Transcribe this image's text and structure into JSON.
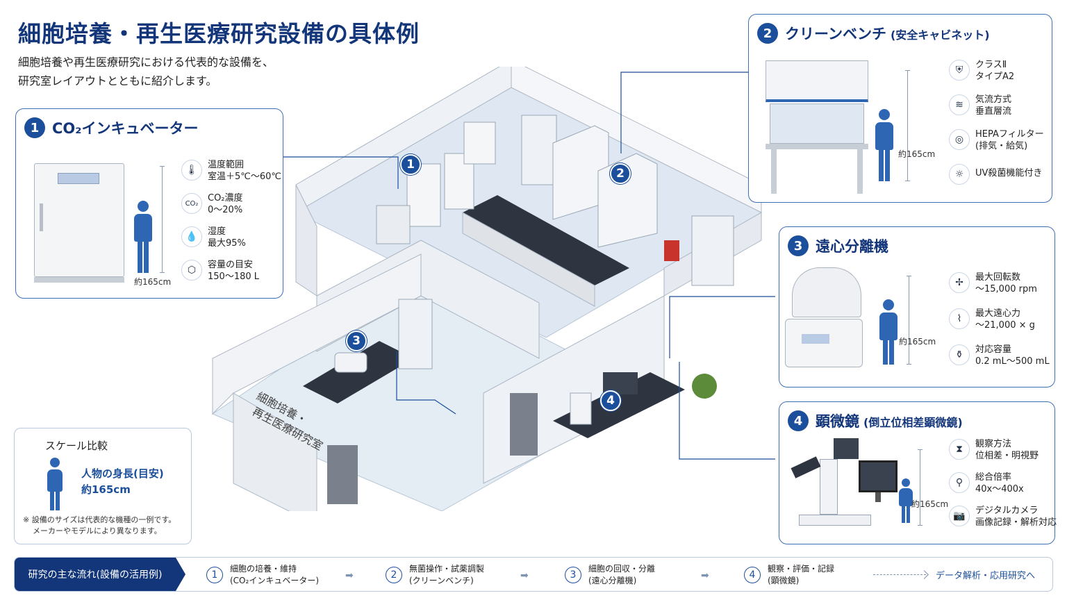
{
  "header": {
    "title": "細胞培養・再生医療研究設備の具体例",
    "subtitle_line1": "細胞培養や再生医療研究における代表的な設備を、",
    "subtitle_line2": "研究室レイアウトとともに紹介します。"
  },
  "colors": {
    "primary": "#13367a",
    "accent": "#1b4e9b",
    "person": "#2f66b3",
    "floor": "#d9e4f0"
  },
  "cards": {
    "incubator": {
      "number": "1",
      "title": "CO₂インキュベーター",
      "height_label": "約165cm",
      "specs": [
        {
          "icon": "thermometer-icon",
          "glyph": "🌡",
          "line1": "温度範囲",
          "line2": "室温＋5℃～60℃"
        },
        {
          "icon": "co2-icon",
          "glyph": "CO₂",
          "line1": "CO₂濃度",
          "line2": "0～20%"
        },
        {
          "icon": "water-drop-icon",
          "glyph": "💧",
          "line1": "湿度",
          "line2": "最大95%"
        },
        {
          "icon": "cube-icon",
          "glyph": "⬡",
          "line1": "容量の目安",
          "line2": "150～180 L"
        }
      ]
    },
    "cleanbench": {
      "number": "2",
      "title": "クリーンベンチ",
      "title_sub": "(安全キャビネット)",
      "height_label": "約165cm",
      "specs": [
        {
          "icon": "shield-icon",
          "glyph": "⛨",
          "line1": "クラスⅡ",
          "line2": "タイプA2"
        },
        {
          "icon": "airflow-icon",
          "glyph": "≋",
          "line1": "気流方式",
          "line2": "垂直層流"
        },
        {
          "icon": "filter-icon",
          "glyph": "◎",
          "line1": "HEPAフィルター",
          "line2": "(排気・給気)"
        },
        {
          "icon": "uv-icon",
          "glyph": "☼",
          "line1": "UV殺菌機能付き",
          "line2": ""
        }
      ]
    },
    "centrifuge": {
      "number": "3",
      "title": "遠心分離機",
      "height_label": "約165cm",
      "specs": [
        {
          "icon": "rotor-icon",
          "glyph": "✢",
          "line1": "最大回転数",
          "line2": "～15,000 rpm"
        },
        {
          "icon": "tube-icon",
          "glyph": "⌇",
          "line1": "最大遠心力",
          "line2": "～21,000 × g"
        },
        {
          "icon": "bottle-icon",
          "glyph": "⚱",
          "line1": "対応容量",
          "line2": "0.2 mL～500 mL"
        }
      ]
    },
    "microscope": {
      "number": "4",
      "title": "顕微鏡",
      "title_sub": "(倒立位相差顕微鏡)",
      "height_label": "約165cm",
      "specs": [
        {
          "icon": "hourglass-icon",
          "glyph": "⧗",
          "line1": "観察方法",
          "line2": "位相差・明視野"
        },
        {
          "icon": "magnifier-icon",
          "glyph": "⚲",
          "line1": "総合倍率",
          "line2": "40x～400x"
        },
        {
          "icon": "camera-icon",
          "glyph": "📷",
          "line1": "デジタルカメラ",
          "line2": "画像記録・解析対応"
        }
      ]
    }
  },
  "lab": {
    "room_label_line1": "細胞培養・",
    "room_label_line2": "再生医療研究室",
    "markers": [
      "1",
      "2",
      "3",
      "4"
    ]
  },
  "scale": {
    "title": "スケール比較",
    "label_line1": "人物の身長(目安)",
    "label_line2": "約165cm",
    "note_line1": "※ 設備のサイズは代表的な機種の一例です。",
    "note_line2": "メーカーやモデルにより異なります。"
  },
  "flow": {
    "header": "研究の主な流れ(設備の活用例)",
    "steps": [
      {
        "number": "1",
        "line1": "細胞の培養・維持",
        "line2": "(CO₂インキュベーター)"
      },
      {
        "number": "2",
        "line1": "無菌操作・試薬調製",
        "line2": "(クリーンベンチ)"
      },
      {
        "number": "3",
        "line1": "細胞の回収・分離",
        "line2": "(遠心分離機)"
      },
      {
        "number": "4",
        "line1": "観察・評価・記録",
        "line2": "(顕微鏡)"
      }
    ],
    "end": "データ解析・応用研究へ"
  }
}
